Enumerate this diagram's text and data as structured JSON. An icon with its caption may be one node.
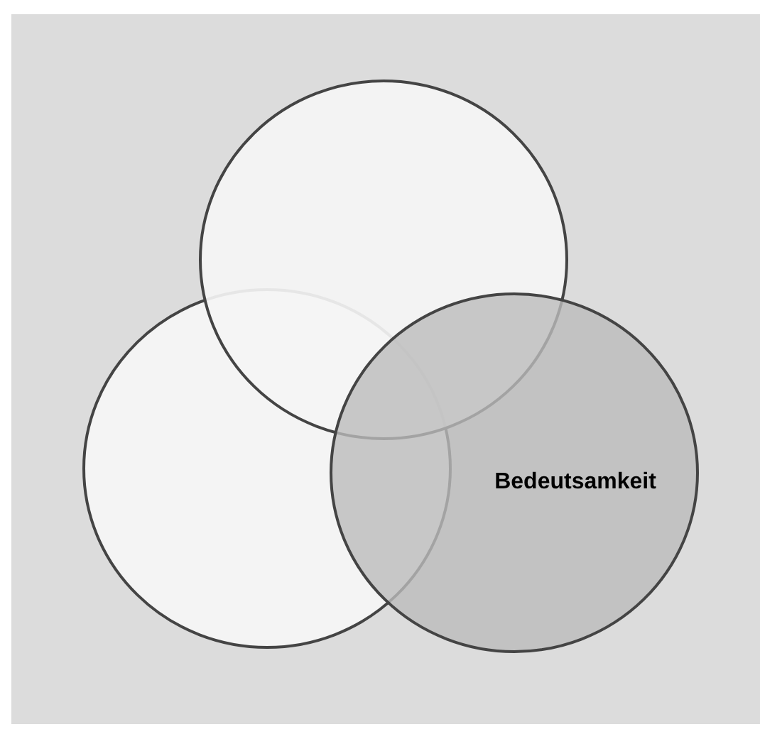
{
  "diagram": {
    "nodes": [
      {
        "text": [],
        "shape": "circle"
      },
      {
        "text": [],
        "shape": "circle"
      },
      {
        "text": [
          "Bedeutsamkeit"
        ]
      }
    ]
  }
}
